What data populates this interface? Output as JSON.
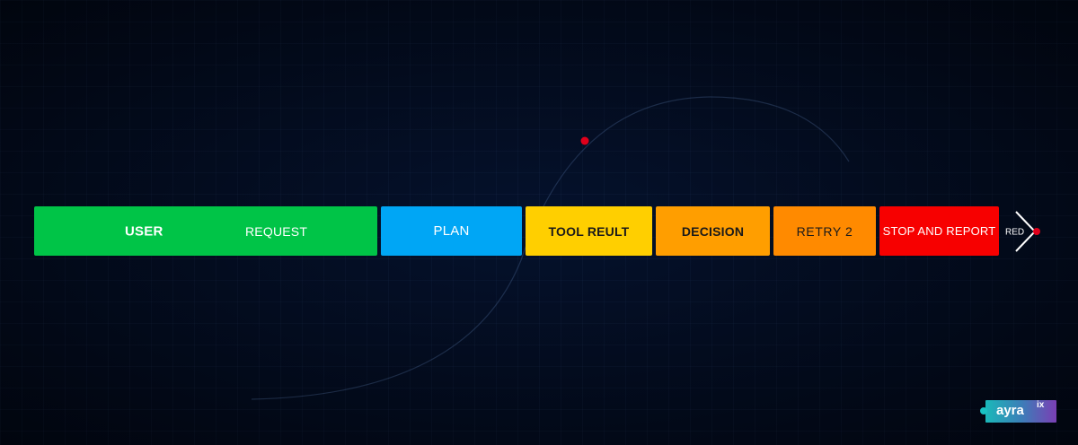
{
  "diagram": {
    "steps": [
      {
        "label_main": "USER",
        "label_secondary": "REQUEST",
        "color": "#00c447"
      },
      {
        "label": "PLAN",
        "color": "#00a6f5"
      },
      {
        "label": "TOOL REULT",
        "color": "#ffcf00"
      },
      {
        "label": "DECISION",
        "color": "#ff9e00"
      },
      {
        "label": "RETRY 2",
        "color": "#ff8a00"
      },
      {
        "label": "STOP AND REPORT",
        "color": "#f70000"
      }
    ],
    "end_label": "RED",
    "accent_dot_color": "#e0001b",
    "background_color": "#020b1f"
  },
  "brand": {
    "name": "ayra",
    "suffix": "ix",
    "gradient": [
      "#1bb8b9",
      "#7a3fb4"
    ]
  }
}
